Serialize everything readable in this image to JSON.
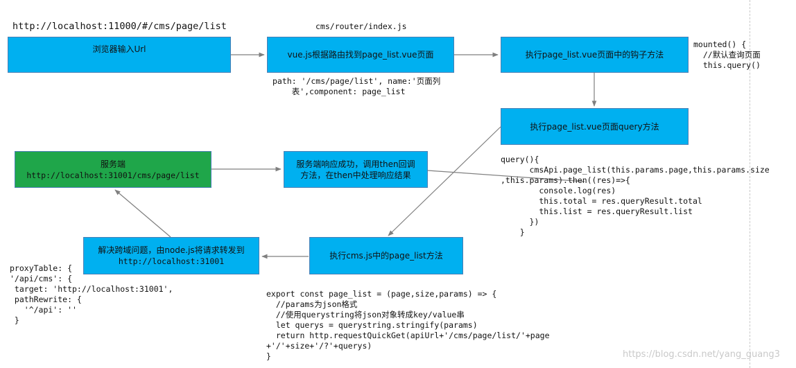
{
  "url_label": "http://localhost:11000/#/cms/page/list",
  "router_file": "cms/router/index.js",
  "boxes": {
    "browser": "浏览器输入Url",
    "vue_route": "vue.js根据路由找到page_list.vue页面",
    "hook": "执行page_list.vue页面中的钩子方法",
    "query_method": "执行page_list.vue页面query方法",
    "server_line1": "服务端",
    "server_line2": "http://localhost:31001/cms/page/list",
    "then_line1": "服务端响应成功，调用then回调",
    "then_line2": "方法，在then中处理响应结果",
    "proxy_line1": "解决跨域问题，由node.js将请求转发到",
    "proxy_line2": "http://localhost:31001",
    "cms_js": "执行cms.js中的page_list方法"
  },
  "notes": {
    "path": "path: '/cms/page/list', name:'页面列\n    表',component: page_list",
    "mounted": "mounted() {\n  //默认查询页面\n  this.query()",
    "query_code": "query(){\n      cmsApi.page_list(this.params.page,this.params.size\n,this.params).then((res)=>{\n        console.log(res)\n        this.total = res.queryResult.total\n        this.list = res.queryResult.list\n      })\n    }",
    "proxy_code": "proxyTable: {\n'/api/cms': {\n target: 'http://localhost:31001',\n pathRewrite: {\n   '^/api': ''\n }",
    "export_code": "export const page_list = (page,size,params) => {\n  //params为json格式\n  //使用querystring将json对象转成key/value串\n  let querys = querystring.stringify(params)\n  return http.requestQuickGet(apiUrl+'/cms/page/list/'+page\n+'/'+size+'/?'+querys)\n}"
  },
  "watermark": "https://blog.csdn.net/yang_guang3",
  "colors": {
    "box_blue": "#00b0f0",
    "box_green": "#1fa64a",
    "arrow": "#7f7f7f"
  }
}
